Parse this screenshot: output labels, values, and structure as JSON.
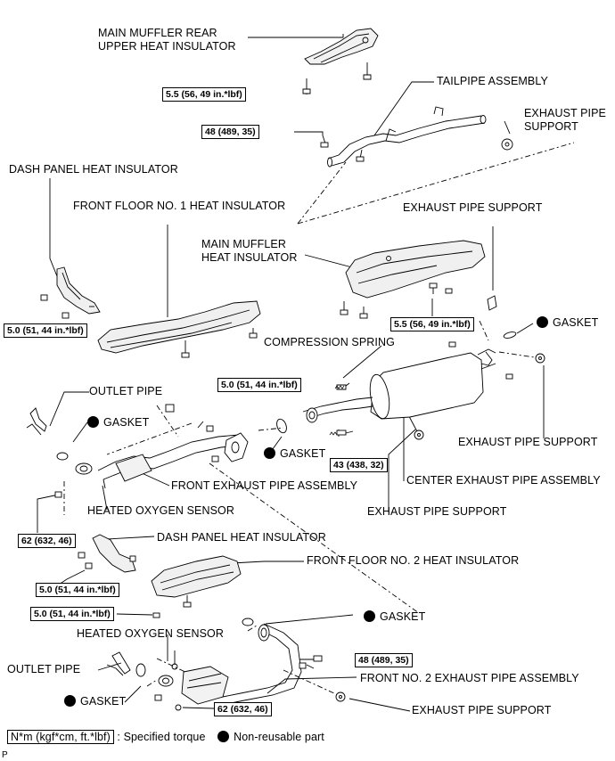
{
  "labels": {
    "main_muffler_rear_upper_heat_insulator": "MAIN MUFFLER REAR\nUPPER HEAT INSULATOR",
    "tailpipe_assembly": "TAILPIPE ASSEMBLY",
    "exhaust_pipe_support_top": "EXHAUST PIPE\nSUPPORT",
    "dash_panel_heat_insulator_top": "DASH PANEL HEAT INSULATOR",
    "front_floor_no1_heat_insulator": "FRONT FLOOR NO. 1 HEAT INSULATOR",
    "exhaust_pipe_support_upper_mid": "EXHAUST PIPE SUPPORT",
    "main_muffler_heat_insulator": "MAIN MUFFLER\nHEAT INSULATOR",
    "gasket_right": "GASKET",
    "compression_spring": "COMPRESSION SPRING",
    "outlet_pipe_top": "OUTLET PIPE",
    "gasket_left": "GASKET",
    "gasket_center": "GASKET",
    "exhaust_pipe_support_right": "EXHAUST PIPE SUPPORT",
    "front_exhaust_pipe_assembly": "FRONT EXHAUST PIPE ASSEMBLY",
    "center_exhaust_pipe_assembly": "CENTER EXHAUST PIPE ASSEMBLY",
    "heated_oxygen_sensor_top": "HEATED OXYGEN SENSOR",
    "exhaust_pipe_support_mid": "EXHAUST PIPE SUPPORT",
    "dash_panel_heat_insulator_bottom": "DASH PANEL HEAT INSULATOR",
    "front_floor_no2_heat_insulator": "FRONT FLOOR NO. 2 HEAT INSULATOR",
    "gasket_lower_right": "GASKET",
    "heated_oxygen_sensor_bottom": "HEATED OXYGEN SENSOR",
    "outlet_pipe_bottom": "OUTLET PIPE",
    "front_no2_exhaust_pipe_assembly": "FRONT NO. 2  EXHAUST PIPE ASSEMBLY",
    "gasket_bottom_left": "GASKET",
    "exhaust_pipe_support_bottom": "EXHAUST PIPE SUPPORT"
  },
  "torques": {
    "rear_insulator": "5.5 (56, 49 in.*lbf)",
    "tailpipe": "48 (489, 35)",
    "dash_top": "5.0 (51, 44 in.*lbf)",
    "muffler_insulator": "5.5 (56, 49 in.*lbf)",
    "floor1": "5.0 (51, 44 in.*lbf)",
    "spring": "43 (438, 32)",
    "sensor_top": "62 (632, 46)",
    "dash_bottom": "5.0 (51, 44 in.*lbf)",
    "floor2": "5.0 (51, 44 in.*lbf)",
    "front2": "48 (489, 35)",
    "sensor_bottom": "62 (632, 46)"
  },
  "legend": {
    "unit_box": "N*m (kgf*cm, ft.*lbf)",
    "specified_torque": ": Specified torque",
    "non_reusable": "Non-reusable part"
  },
  "corner_mark": "P"
}
